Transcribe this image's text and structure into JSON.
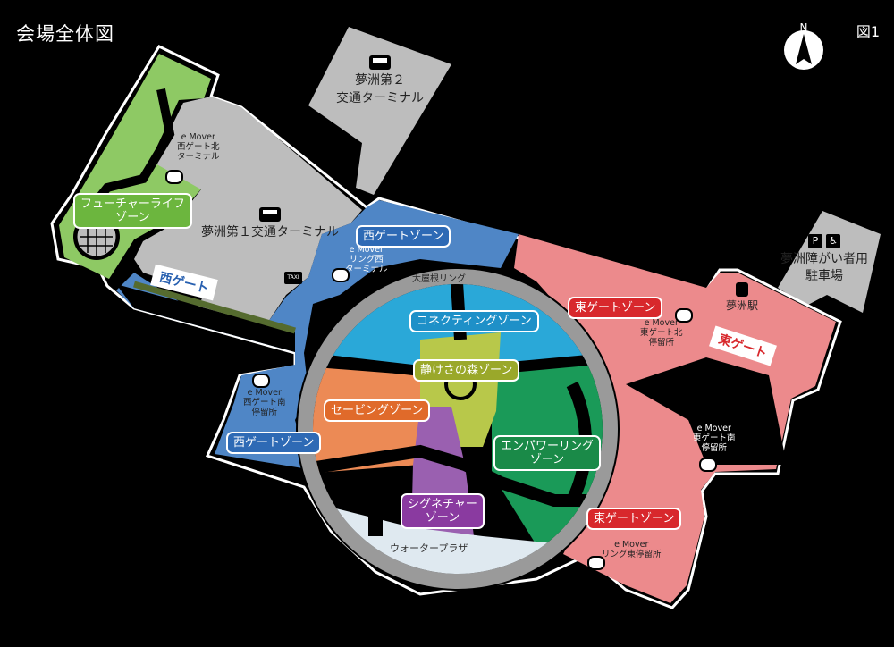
{
  "title": "会場全体図",
  "figure_label": "図1",
  "north": "N",
  "colors": {
    "background": "#000000",
    "terminal_gray": "#bdbdbd",
    "future_life_green": "#8ec964",
    "west_gate_blue": "#4f86c6",
    "east_gate_pink": "#ec8a8c",
    "connecting_blue": "#2aa8d8",
    "forest_yellowgreen": "#b8c84a",
    "saving_orange": "#ec8a55",
    "empower_green": "#1a9a58",
    "signature_purple": "#9a60b0",
    "water_plaza": "#dfe9f0",
    "ring_gray": "#9a9a9a"
  },
  "places": {
    "terminal2": [
      "夢洲第２",
      "交通ターミナル"
    ],
    "terminal1": "夢洲第１交通ターミナル",
    "parking": [
      "夢洲障がい者用",
      "駐車場"
    ],
    "station": "夢洲駅",
    "grand_ring": "大屋根リング",
    "water_plaza": "ウォータープラザ"
  },
  "zones": {
    "future_life": [
      "フューチャーライフ",
      "ゾーン"
    ],
    "west_gate_top": "西ゲートゾーン",
    "west_gate_bottom": "西ゲートゾーン",
    "connecting": "コネクティングゾーン",
    "forest": "静けさの森ゾーン",
    "saving": "セービングゾーン",
    "empower": [
      "エンパワーリング",
      "ゾーン"
    ],
    "signature": [
      "シグネチャー",
      "ゾーン"
    ],
    "east_gate_top": "東ゲートゾーン",
    "east_gate_bottom": "東ゲートゾーン"
  },
  "gates": {
    "west": "西ゲート",
    "east": "東ゲート"
  },
  "stops": {
    "west_north": [
      "e Mover",
      "西ゲート北",
      "ターミナル"
    ],
    "ring_west": [
      "e Mover",
      "リング西",
      "ターミナル"
    ],
    "west_south": [
      "e Mover",
      "西ゲート南",
      "停留所"
    ],
    "east_north": [
      "e Mover",
      "東ゲート北",
      "停留所"
    ],
    "east_south": [
      "e Mover",
      "東ゲート南",
      "停留所"
    ],
    "ring_east": [
      "e Mover",
      "リング東停留所"
    ]
  },
  "icons": [
    "bus-icon",
    "taxi-icon",
    "train-icon",
    "parking-icon",
    "wheelchair-icon",
    "emover-icon",
    "north-arrow-icon"
  ],
  "taxi": "TAXI",
  "parking_p": "P"
}
